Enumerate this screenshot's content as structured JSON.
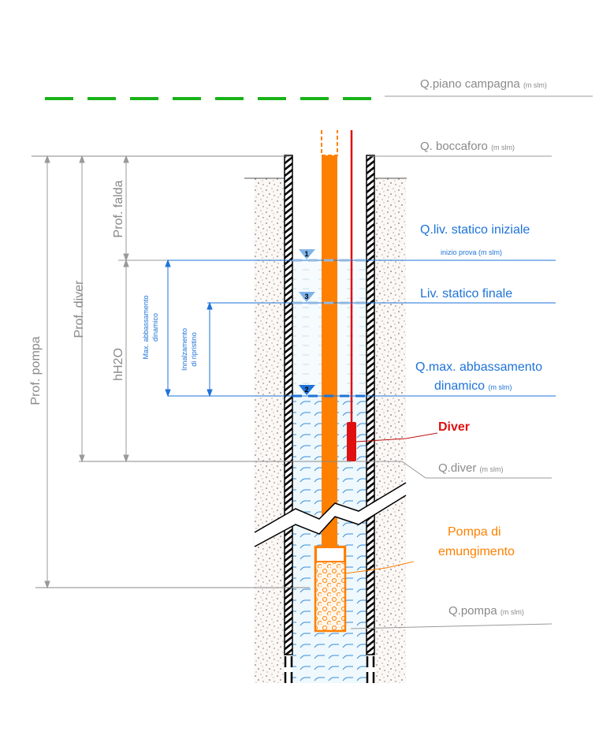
{
  "labels": {
    "piano_campagna": "Q.piano campagna",
    "piano_campagna_unit": "(m slm)",
    "boccaforo": "Q. boccaforo",
    "boccaforo_unit": "(m slm)",
    "liv_statico_iniziale": "Q.liv. statico iniziale",
    "inizio_prova": "inizio prova  (m slm)",
    "liv_statico_finale": "Liv. statico finale",
    "max_abbassamento_1": "Q.max. abbassamento",
    "max_abbassamento_2": "dinamico",
    "max_abbassamento_unit": "(m slm)",
    "diver": "Diver",
    "q_diver": "Q.diver",
    "q_diver_unit": "(m slm)",
    "pompa_1": "Pompa di",
    "pompa_2": "emungimento",
    "q_pompa": "Q.pompa",
    "q_pompa_unit": "(m slm)"
  },
  "dimensions": {
    "prof_pompa": "Prof. pompa",
    "prof_diver": "Prof. diver",
    "prof_falda": "Prof. falda",
    "hh2o": "hH2O",
    "max_abb_1": "Max. abbassamento",
    "max_abb_2": "dinamico",
    "innalz_1": "Innalzamento",
    "innalz_2": "di ripristino"
  },
  "markers": {
    "m1": "1",
    "m2": "2",
    "m3": "3"
  },
  "colors": {
    "green": "#19b219",
    "orange": "#ff8000",
    "red": "#e01010",
    "blue": "#1e73d8",
    "gray": "#8a8a8a"
  }
}
